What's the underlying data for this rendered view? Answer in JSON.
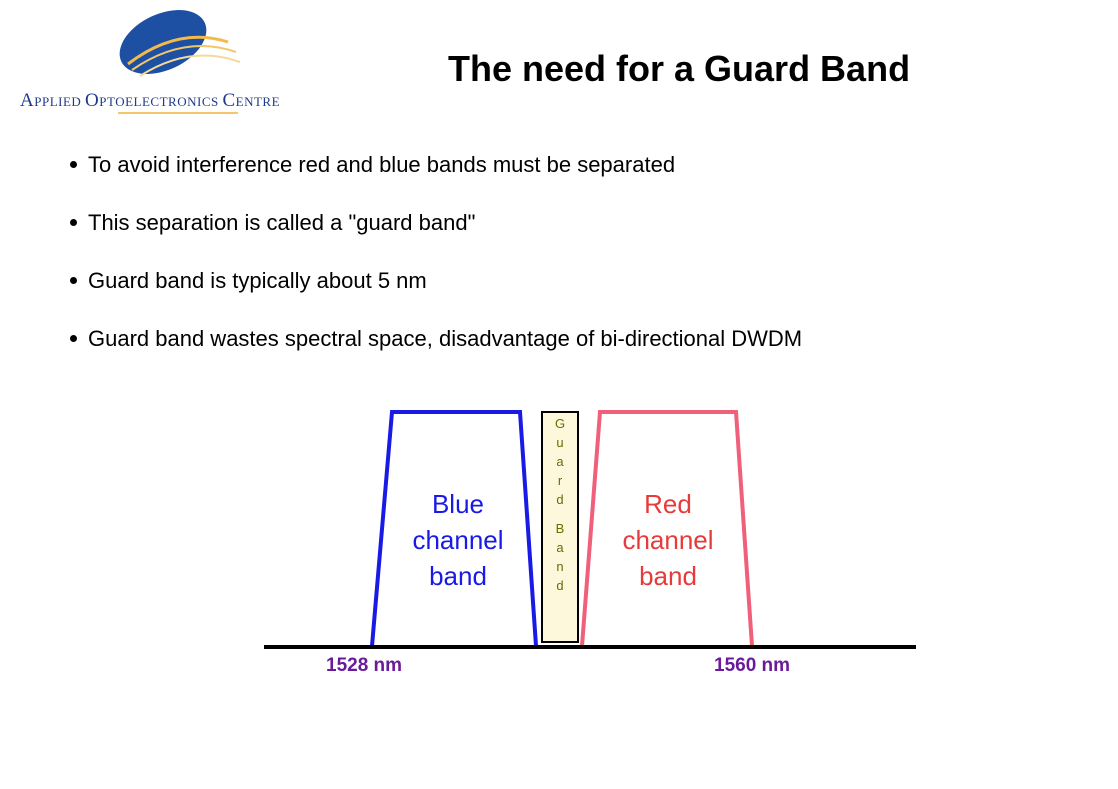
{
  "logo": {
    "text_cap1": "A",
    "text_rest1": "PPLIED ",
    "text_cap2": "O",
    "text_rest2": "PTOELECTRONICS ",
    "text_cap3": "C",
    "text_rest3": "ENTRE"
  },
  "title": "The need for a Guard Band",
  "bullets": [
    "To avoid interference red and blue bands must be separated",
    "This separation is called a \"guard band\"",
    "Guard band is typically about 5 nm",
    "Guard band wastes spectral space, disadvantage of bi-directional DWDM"
  ],
  "diagram": {
    "blue_label": [
      "Blue",
      "channel",
      "band"
    ],
    "red_label": [
      "Red",
      "channel",
      "band"
    ],
    "guard_letters_word1": [
      "G",
      "u",
      "a",
      "r",
      "d"
    ],
    "guard_letters_word2": [
      "B",
      "a",
      "n",
      "d"
    ],
    "left_nm": "1528 nm",
    "right_nm": "1560 nm",
    "colors": {
      "blue": "#1a1ae6",
      "red": "#f0607a",
      "guard_fill": "#fdf8dc",
      "nm_label": "#6a1b9a"
    }
  }
}
